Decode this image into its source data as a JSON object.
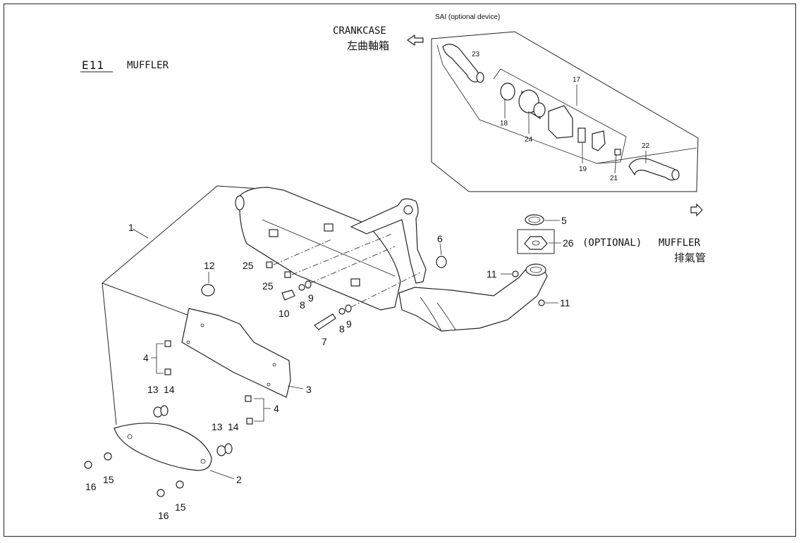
{
  "header": {
    "code": "E11",
    "title": "MUFFLER"
  },
  "connections": {
    "crankcase_en": "CRANKCASE",
    "crankcase_zh": "左曲軸箱",
    "muffler_en": "MUFFLER",
    "muffler_zh": "排氣管",
    "optional_label": "(OPTIONAL)"
  },
  "sai_box": {
    "title": "SAI (optional device)",
    "callouts": [
      "23",
      "17",
      "18",
      "24",
      "19",
      "21",
      "22"
    ]
  },
  "callouts": {
    "c1": "1",
    "c2": "2",
    "c3": "3",
    "c4a": "4",
    "c4b": "4",
    "c5": "5",
    "c6": "6",
    "c7": "7",
    "c8a": "8",
    "c8b": "8",
    "c9a": "9",
    "c9b": "9",
    "c10": "10",
    "c11a": "11",
    "c11b": "11",
    "c12": "12",
    "c13a": "13",
    "c13b": "13",
    "c14a": "14",
    "c14b": "14",
    "c15a": "15",
    "c15b": "15",
    "c16a": "16",
    "c16b": "16",
    "c25a": "25",
    "c25b": "25",
    "c26": "26"
  },
  "icons": {
    "arrow_left": "hollow-arrow-left-icon",
    "arrow_right": "hollow-arrow-right-icon"
  }
}
